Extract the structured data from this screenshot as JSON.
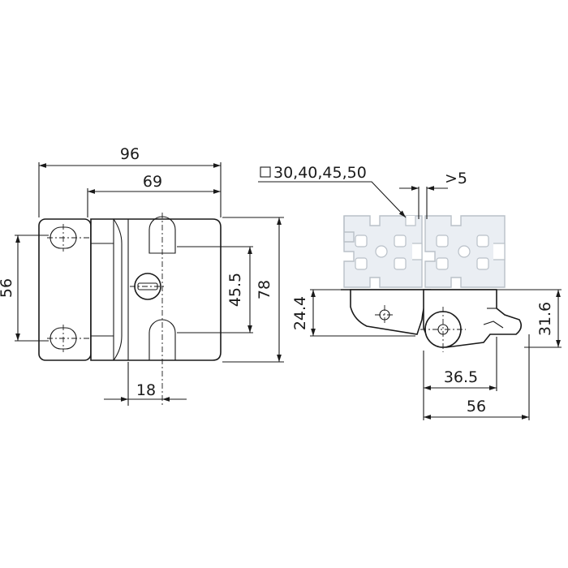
{
  "drawing": {
    "dimensions": {
      "overall_width": "96",
      "body_width": "69",
      "hole_spacing": "56",
      "slot_spacing": "45.5",
      "overall_height": "78",
      "slot_width": "18",
      "profile_sizes": "30,40,45,50",
      "gap": ">5",
      "base_height": "24.4",
      "total_height": "31.6",
      "hinge_offset": "36.5",
      "side_length": "56"
    },
    "profile_symbol": "square"
  }
}
